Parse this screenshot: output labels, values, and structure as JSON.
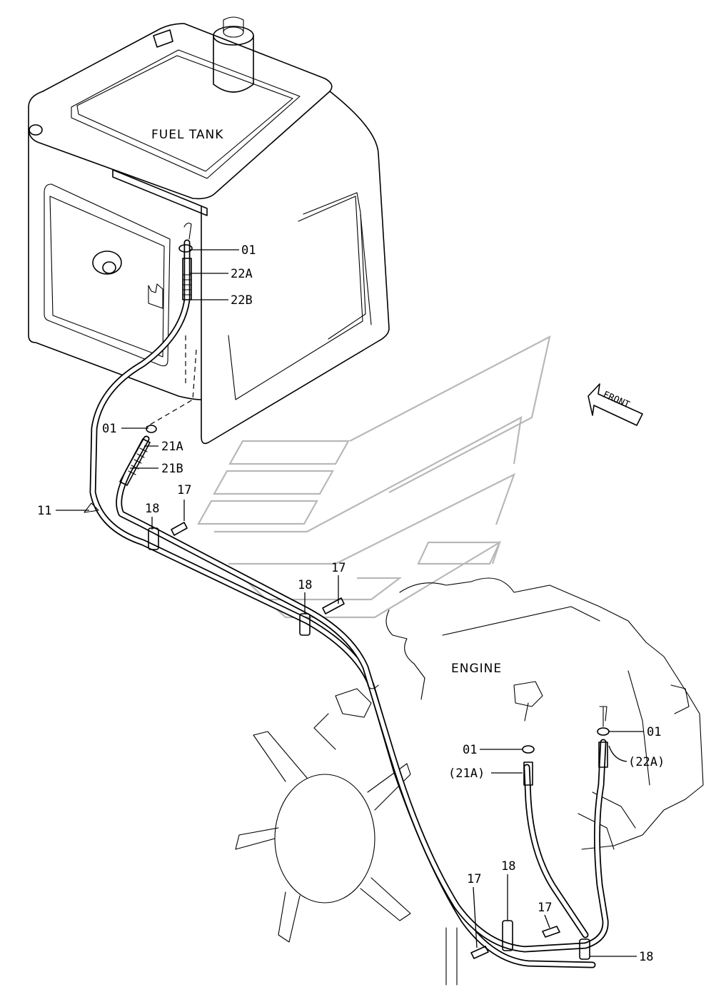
{
  "components": {
    "fuel_tank": "FUEL TANK",
    "engine": "ENGINE",
    "front_arrow": "FRONT"
  },
  "callouts": {
    "tank_01": "01",
    "tank_22a": "22A",
    "tank_22b": "22B",
    "mid_01": "01",
    "mid_21a": "21A",
    "mid_21b": "21B",
    "clip_11": "11",
    "bolt_17_a": "17",
    "clamp_18_a": "18",
    "bolt_17_b": "17",
    "clamp_18_b": "18",
    "eng_01_right": "01",
    "eng_01_left": "01",
    "eng_21a_ref": "(21A)",
    "eng_22a_ref": "(22A)",
    "bolt_17_c": "17",
    "clamp_18_c": "18",
    "bolt_17_d": "17",
    "clamp_18_d": "18"
  }
}
